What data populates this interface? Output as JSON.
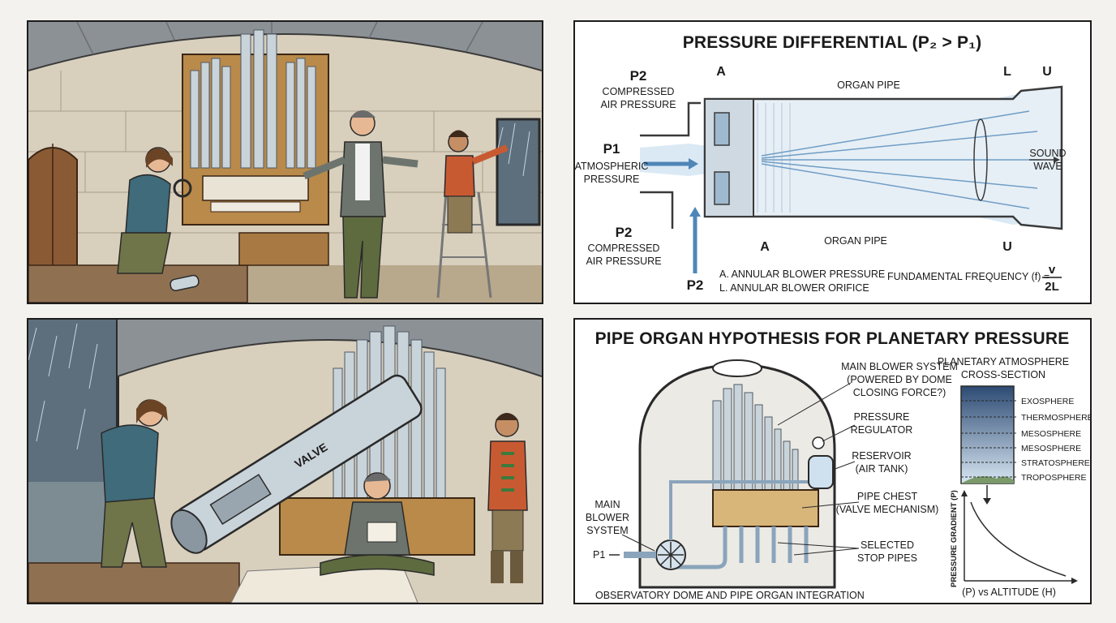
{
  "comic": {
    "panel1": {
      "description_marks": "organ-chamber-scene"
    },
    "panel3": {
      "valve_label": "VALVE"
    }
  },
  "diagram_top": {
    "title": "PRESSURE DIFFERENTIAL (P₂ > P₁)",
    "p2_top": "P2",
    "p2_top_sub1": "COMPRESSED",
    "p2_top_sub2": "AIR PRESSURE",
    "p1": "P1",
    "p1_sub1": "ATMOSPHERIC",
    "p1_sub2": "PRESSURE",
    "p2_bottom": "P2",
    "p2_bottom_sub1": "COMPRESSED",
    "p2_bottom_sub2": "AIR PRESSURE",
    "p2_arrow": "P2",
    "label_a_top": "A",
    "label_a_bottom": "A",
    "label_l": "L",
    "label_u_top": "U",
    "label_u_bottom": "U",
    "organ_pipe_top": "ORGAN PIPE",
    "organ_pipe_bottom": "ORGAN PIPE",
    "sound_wave_1": "SOUND",
    "sound_wave_2": "WAVE",
    "legend_a": "A. ANNULAR BLOWER PRESSURE",
    "legend_l": "L. ANNULAR BLOWER ORIFICE",
    "formula_text": "FUNDAMENTAL FREQUENCY (f) =",
    "formula_num": "v",
    "formula_den": "2L"
  },
  "diagram_bottom": {
    "title": "PIPE ORGAN HYPOTHESIS FOR PLANETARY PRESSURE",
    "main_blower_1": "MAIN BLOWER SYSTEM",
    "main_blower_2": "(POWERED BY DOME",
    "main_blower_3": "CLOSING FORCE?)",
    "regulator_1": "PRESSURE",
    "regulator_2": "REGULATOR",
    "reservoir_1": "RESERVOIR",
    "reservoir_2": "(AIR TANK)",
    "pipe_chest_1": "PIPE CHEST",
    "pipe_chest_2": "(VALVE MECHANISM)",
    "stops_1": "SELECTED",
    "stops_2": "STOP PIPES",
    "left_blower_1": "MAIN",
    "left_blower_2": "BLOWER",
    "left_blower_3": "SYSTEM",
    "p1": "P1",
    "caption": "OBSERVATORY DOME AND PIPE ORGAN INTEGRATION",
    "atmo_title_1": "PLANETARY ATMOSPHERE",
    "atmo_title_2": "CROSS-SECTION",
    "layers": [
      "EXOSPHERE",
      "THERMOSPHERE",
      "MESOSPHERE",
      "MESOSPHERE",
      "STRATOSPHERE",
      "TROPOSPHERE"
    ],
    "graph_ylabel": "PRESSURE GRADIENT (P)",
    "graph_xlabel": "(P) vs ALTITUDE (H)"
  },
  "colors": {
    "ink": "#1a1a1a",
    "pipe_metal": "#b9c4cc",
    "wood": "#b98a4a",
    "air_blue": "#8fb9dd",
    "stone": "#d9d0bf",
    "sky_dark": "#5d6f7c"
  }
}
